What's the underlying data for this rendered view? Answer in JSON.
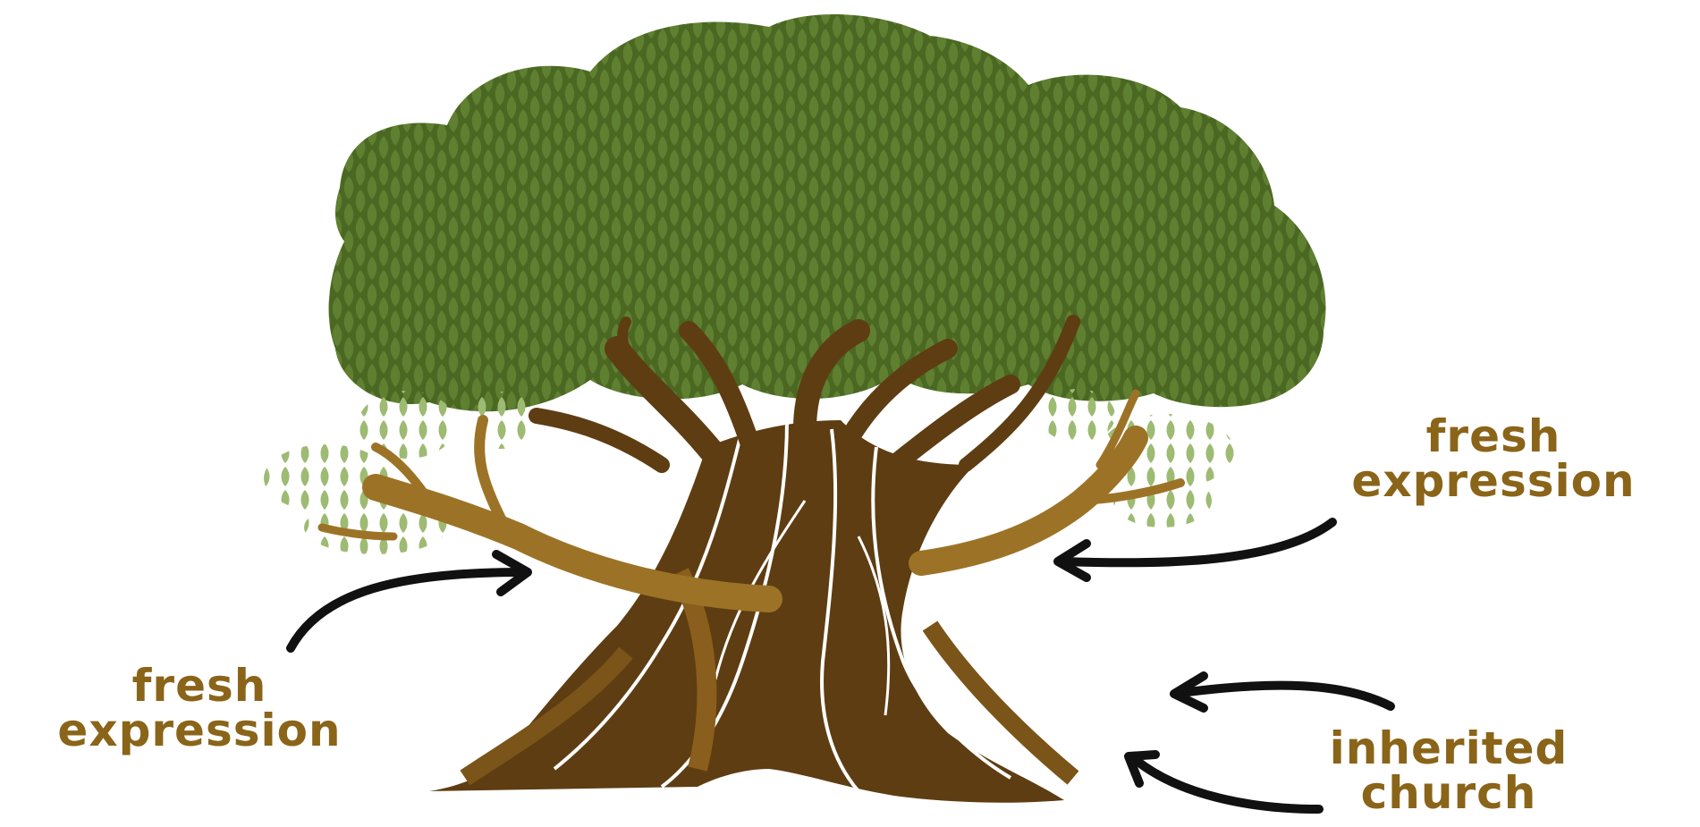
{
  "labels": {
    "fresh_expression_right": {
      "line1": "fresh",
      "line2": "expression"
    },
    "fresh_expression_left": {
      "line1": "fresh",
      "line2": "expression"
    },
    "inherited_church": {
      "line1": "inherited",
      "line2": "church"
    }
  },
  "colors": {
    "canopy_dark": "#4e6b25",
    "canopy_leaf": "#5d7c2f",
    "new_leaf": "#9dbb72",
    "trunk_dark": "#5e3d12",
    "trunk_mid": "#7a5418",
    "branch_gold": "#9c7326",
    "label_gold": "#8a6418",
    "arrow": "#111111"
  },
  "icons": [
    "tree-illustration",
    "arrow-icon"
  ]
}
